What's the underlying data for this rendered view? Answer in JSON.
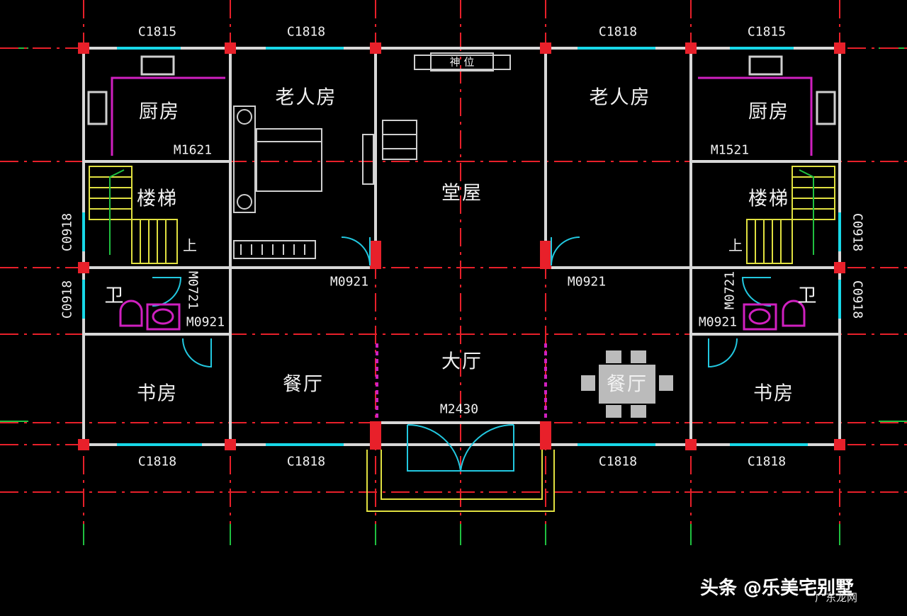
{
  "rooms": {
    "kitchen_left": "厨房",
    "kitchen_right": "厨房",
    "elder_left": "老人房",
    "elder_right": "老人房",
    "hall": "堂屋",
    "stair_left": "楼梯",
    "stair_right": "楼梯",
    "wc_left": "卫",
    "wc_right": "卫",
    "living": "大厅",
    "dining_left": "餐厅",
    "dining_right": "餐厅",
    "study_left": "书房",
    "study_right": "书房"
  },
  "codes": {
    "top_1": "C1815",
    "top_2": "C1818",
    "top_3": "C1818",
    "top_4": "C1815",
    "bottom_1": "C1818",
    "bottom_2": "C1818",
    "bottom_3": "C1818",
    "bottom_4": "C1818",
    "door_kitchen_left": "M1621",
    "door_kitchen_right": "M1521",
    "door_elder_left": "M0921",
    "door_elder_right": "M0921",
    "door_wc_left": "M0921",
    "door_wc_right": "M0921",
    "door_wc_left_v": "M0721",
    "door_wc_right_v": "M0721",
    "door_main": "M2430",
    "side_left_1": "C0918",
    "side_left_2": "C0918",
    "side_right_1": "C0918",
    "side_right_2": "C0918"
  },
  "marks": {
    "up_left": "上",
    "up_right": "上",
    "shrine": "神 位"
  },
  "watermark": {
    "source": "头条 @乐美宅别墅",
    "site": "广东龙网"
  },
  "colors": {
    "wall": "#d8d8d8",
    "axis": "#e8202a",
    "window": "#18d8e8",
    "stair": "#e0e040",
    "door": "#22c8e0",
    "accent": "#d020c0",
    "grid_green": "#20c040"
  }
}
